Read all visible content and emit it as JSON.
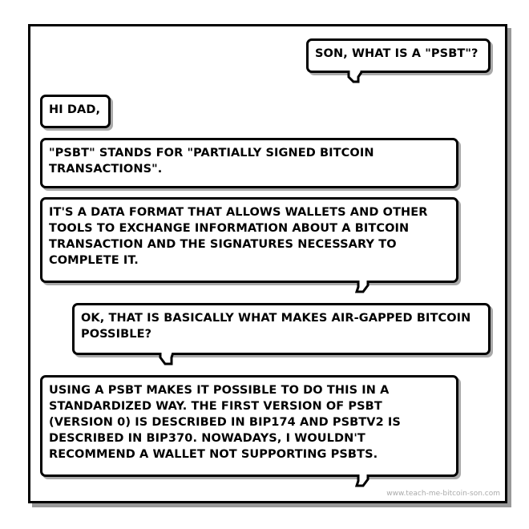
{
  "messages": [
    {
      "speaker": "dad",
      "text": "SON, WHAT IS A \"PSBT\"?"
    },
    {
      "speaker": "son",
      "text": "HI DAD,"
    },
    {
      "speaker": "son",
      "text": "\"PSBT\" STANDS FOR \"PARTIALLY SIGNED BITCOIN TRANSACTIONS\"."
    },
    {
      "speaker": "son",
      "text": "IT'S A DATA FORMAT THAT ALLOWS WALLETS AND OTHER TOOLS TO EXCHANGE INFORMATION ABOUT A BITCOIN TRANSACTION AND THE SIGNATURES NECESSARY TO COMPLETE IT."
    },
    {
      "speaker": "dad",
      "text": "OK, THAT IS BASICALLY WHAT MAKES AIR-GAPPED BITCOIN POSSIBLE?"
    },
    {
      "speaker": "son",
      "text": "USING A PSBT MAKES IT POSSIBLE TO DO THIS IN A STANDARDIZED WAY. THE FIRST VERSION OF PSBT (VERSION 0) IS DESCRIBED IN BIP174 AND PSBTV2 IS DESCRIBED IN BIP370. NOWADAYS, I WOULDN'T RECOMMEND A WALLET NOT SUPPORTING PSBTS."
    }
  ],
  "watermark": "www.teach-me-bitcoin-son.com"
}
